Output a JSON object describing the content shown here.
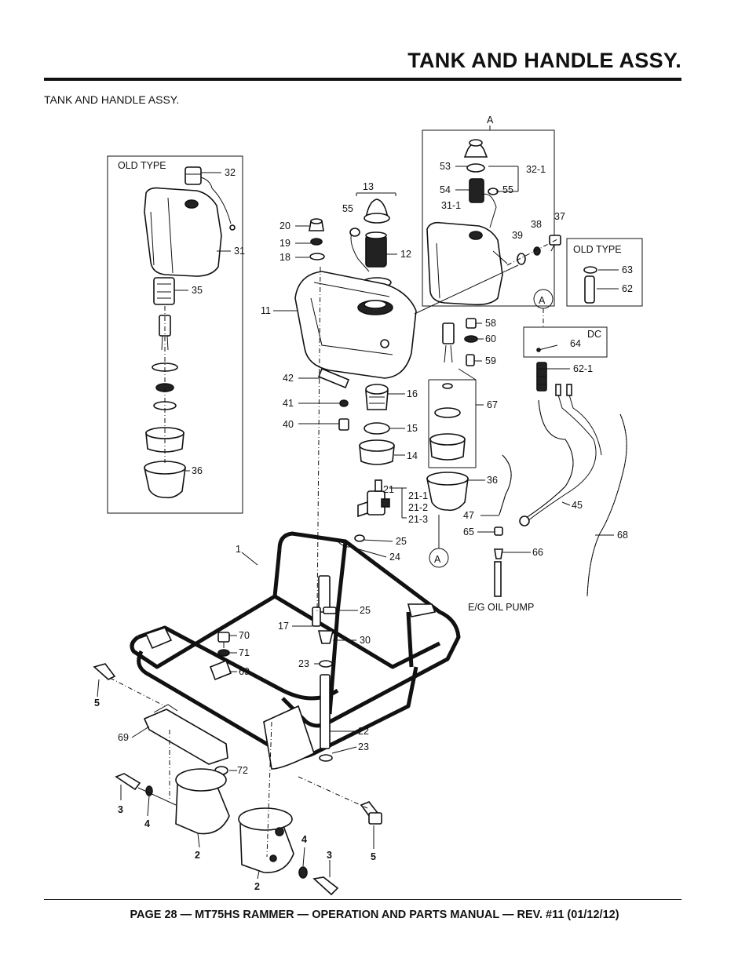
{
  "header": {
    "title": "TANK AND HANDLE ASSY."
  },
  "subtitle": "TANK  AND HANDLE ASSY.",
  "footer": "PAGE 28 — MT75HS RAMMER — OPERATION AND PARTS MANUAL — REV. #11 (01/12/12)",
  "diagram": {
    "boxes": {
      "old_type_left": "OLD TYPE",
      "old_type_right": "OLD TYPE",
      "dc": "DC",
      "detail_a": "A"
    },
    "callouts_a": [
      "A",
      "A"
    ],
    "eg_oil_pump": "E/G OIL PUMP",
    "labels": [
      "32",
      "31",
      "35",
      "36",
      "13",
      "55",
      "12",
      "20",
      "19",
      "18",
      "11",
      "53",
      "32-1",
      "54",
      "55",
      "31-1",
      "39",
      "38",
      "37",
      "63",
      "62",
      "64",
      "62-1",
      "58",
      "60",
      "59",
      "67",
      "42",
      "16",
      "41",
      "40",
      "15",
      "14",
      "21",
      "21-1",
      "21-2",
      "21-3",
      "36",
      "47",
      "45",
      "68",
      "65",
      "66",
      "25",
      "24",
      "1",
      "25",
      "17",
      "30",
      "70",
      "71",
      "69",
      "23",
      "5",
      "22",
      "23",
      "69",
      "72",
      "3",
      "4",
      "2",
      "2",
      "4",
      "3",
      "5"
    ]
  }
}
